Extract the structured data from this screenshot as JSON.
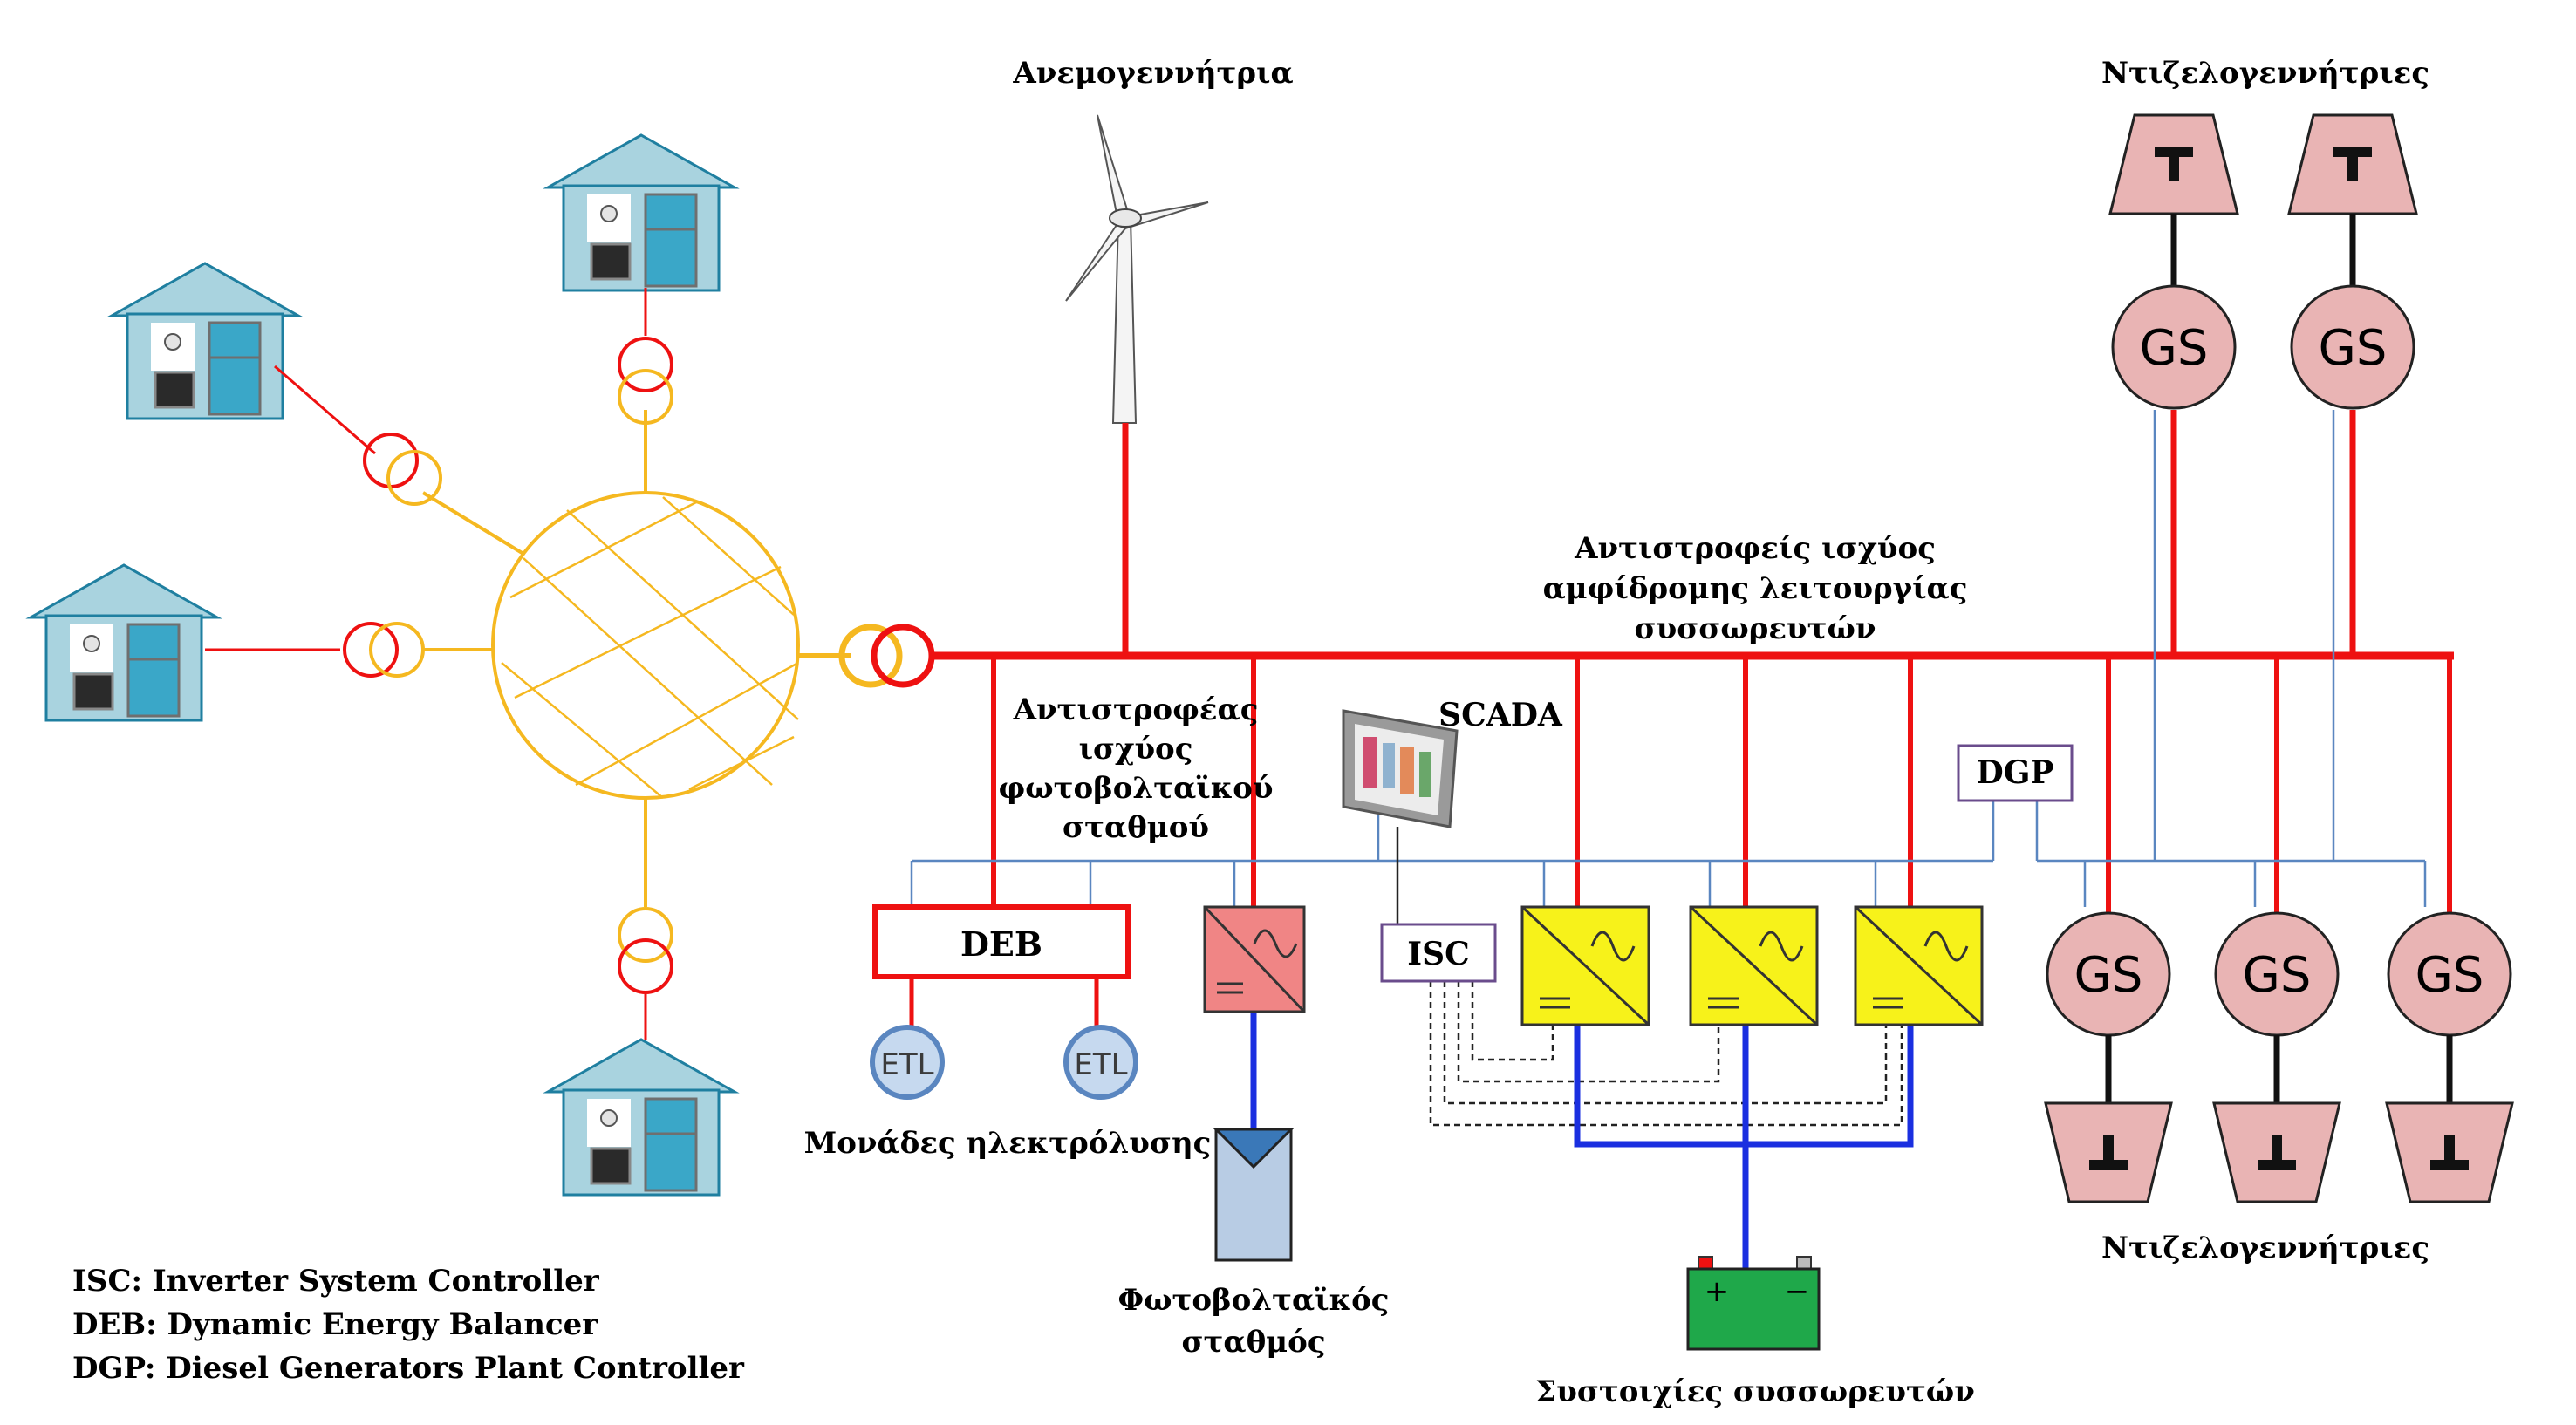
{
  "labels": {
    "wind": "Ανεμογεννήτρια",
    "diesel_top": "Ντιζελογεννήτριες",
    "diesel_bottom": "Ντιζελογεννήτριες",
    "battery_inverters_1": "Αντιστροφείς ισχύος",
    "battery_inverters_2": "αμφίδρομης λειτουργίας",
    "battery_inverters_3": "συσσωρευτών",
    "pv_inverter_1": "Αντιστροφέας",
    "pv_inverter_2": "ισχύος",
    "pv_inverter_3": "φωτοβολταϊκού",
    "pv_inverter_4": "σταθμού",
    "scada": "SCADA",
    "dgp": "DGP",
    "deb": "DEB",
    "isc": "ISC",
    "electrolysis": "Μονάδες ηλεκτρόλυσης",
    "pv_station_1": "Φωτοβολταϊκός",
    "pv_station_2": "σταθμός",
    "batteries": "Συστοιχίες συσσωρευτών",
    "etl": "ETL",
    "gs": "GS",
    "turbine_symbol": "T",
    "battery_plus": "+",
    "battery_minus": "−"
  },
  "legend": [
    "ISC: Inverter System Controller",
    "DEB: Dynamic Energy Balancer",
    "DGP: Diesel Generators Plant Controller"
  ],
  "colors": {
    "power_line": "#ee1111",
    "distribution": "#f5b820",
    "control_line": "#5a86c0",
    "dc_line": "#1a2fe0",
    "inverter_yellow": "#f7f21a",
    "inverter_pink": "#f08585",
    "generator_pink": "#e9b4b4",
    "battery_green": "#1fa84a",
    "house": "#a9d3df",
    "pv_panel": "#b8cce4",
    "etl_fill": "#c6d9ef",
    "box_purple": "#6a4c8c"
  }
}
